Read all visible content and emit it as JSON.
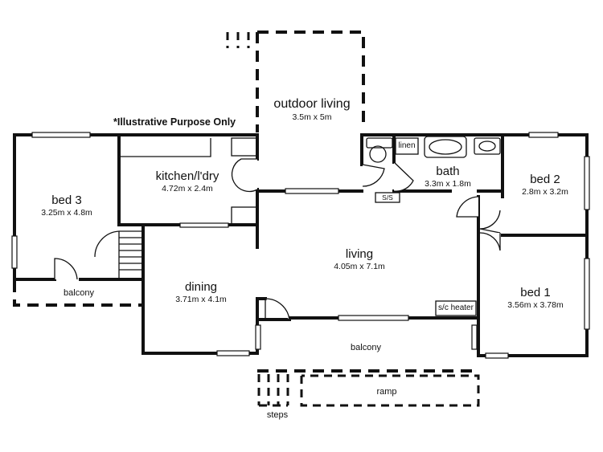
{
  "note": "*Illustrative Purpose Only",
  "rooms": {
    "outdoor_living": {
      "name": "outdoor living",
      "dim": "3.5m x 5m"
    },
    "kitchen": {
      "name": "kitchen/l'dry",
      "dim": "4.72m x 2.4m"
    },
    "bath": {
      "name": "bath",
      "dim": "3.3m x 1.8m"
    },
    "bed2": {
      "name": "bed 2",
      "dim": "2.8m x 3.2m"
    },
    "bed3": {
      "name": "bed 3",
      "dim": "3.25m x 4.8m"
    },
    "living": {
      "name": "living",
      "dim": "4.05m x 7.1m"
    },
    "dining": {
      "name": "dining",
      "dim": "3.71m x 4.1m"
    },
    "bed1": {
      "name": "bed 1",
      "dim": "3.56m x 3.78m"
    }
  },
  "labels": {
    "linen": "linen",
    "ss": "S/S",
    "heater": "s/c heater",
    "balcony_left": "balcony",
    "balcony_front": "balcony",
    "ramp": "ramp",
    "steps": "steps"
  }
}
